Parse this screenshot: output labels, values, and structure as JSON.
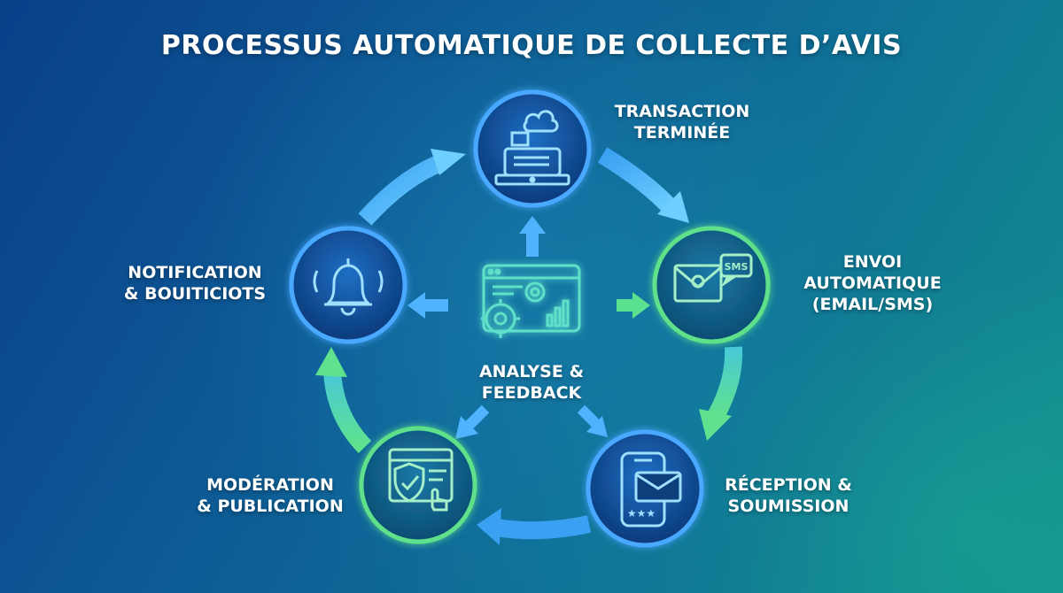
{
  "title": "PROCESSUS AUTOMATIQUE DE COLLECTE D’AVIS",
  "center": {
    "label_line1": "ANALYSE &",
    "label_line2": "FEEDBACK",
    "icon": "analytics-dashboard-gears-icon"
  },
  "steps": [
    {
      "line1": "TRANSACTION",
      "line2": "TERMINÉE",
      "line3": "",
      "icon": "cash-register-cloud-icon"
    },
    {
      "line1": "ENVOI",
      "line2": "AUTOMATIQUE",
      "line3": "(EMAIL/SMS)",
      "icon": "email-sms-icon",
      "icon_text": "SMS"
    },
    {
      "line1": "RÉCEPTION &",
      "line2": "SOUMISSION",
      "line3": "",
      "icon": "smartphone-envelope-stars-icon",
      "icon_text": "★★★"
    },
    {
      "line1": "MODÉRATION",
      "line2": "& PUBLICATION",
      "line3": "",
      "icon": "shield-check-click-icon"
    },
    {
      "line1": "NOTIFICATION",
      "line2": "& BOUITICIOTS",
      "line3": "",
      "icon": "bell-icon"
    }
  ],
  "colors": {
    "blue_node": "#2f8fe0",
    "green_node": "#3fd28a",
    "arrow_blue": "#4fb3ff",
    "arrow_green": "#5be08f"
  }
}
